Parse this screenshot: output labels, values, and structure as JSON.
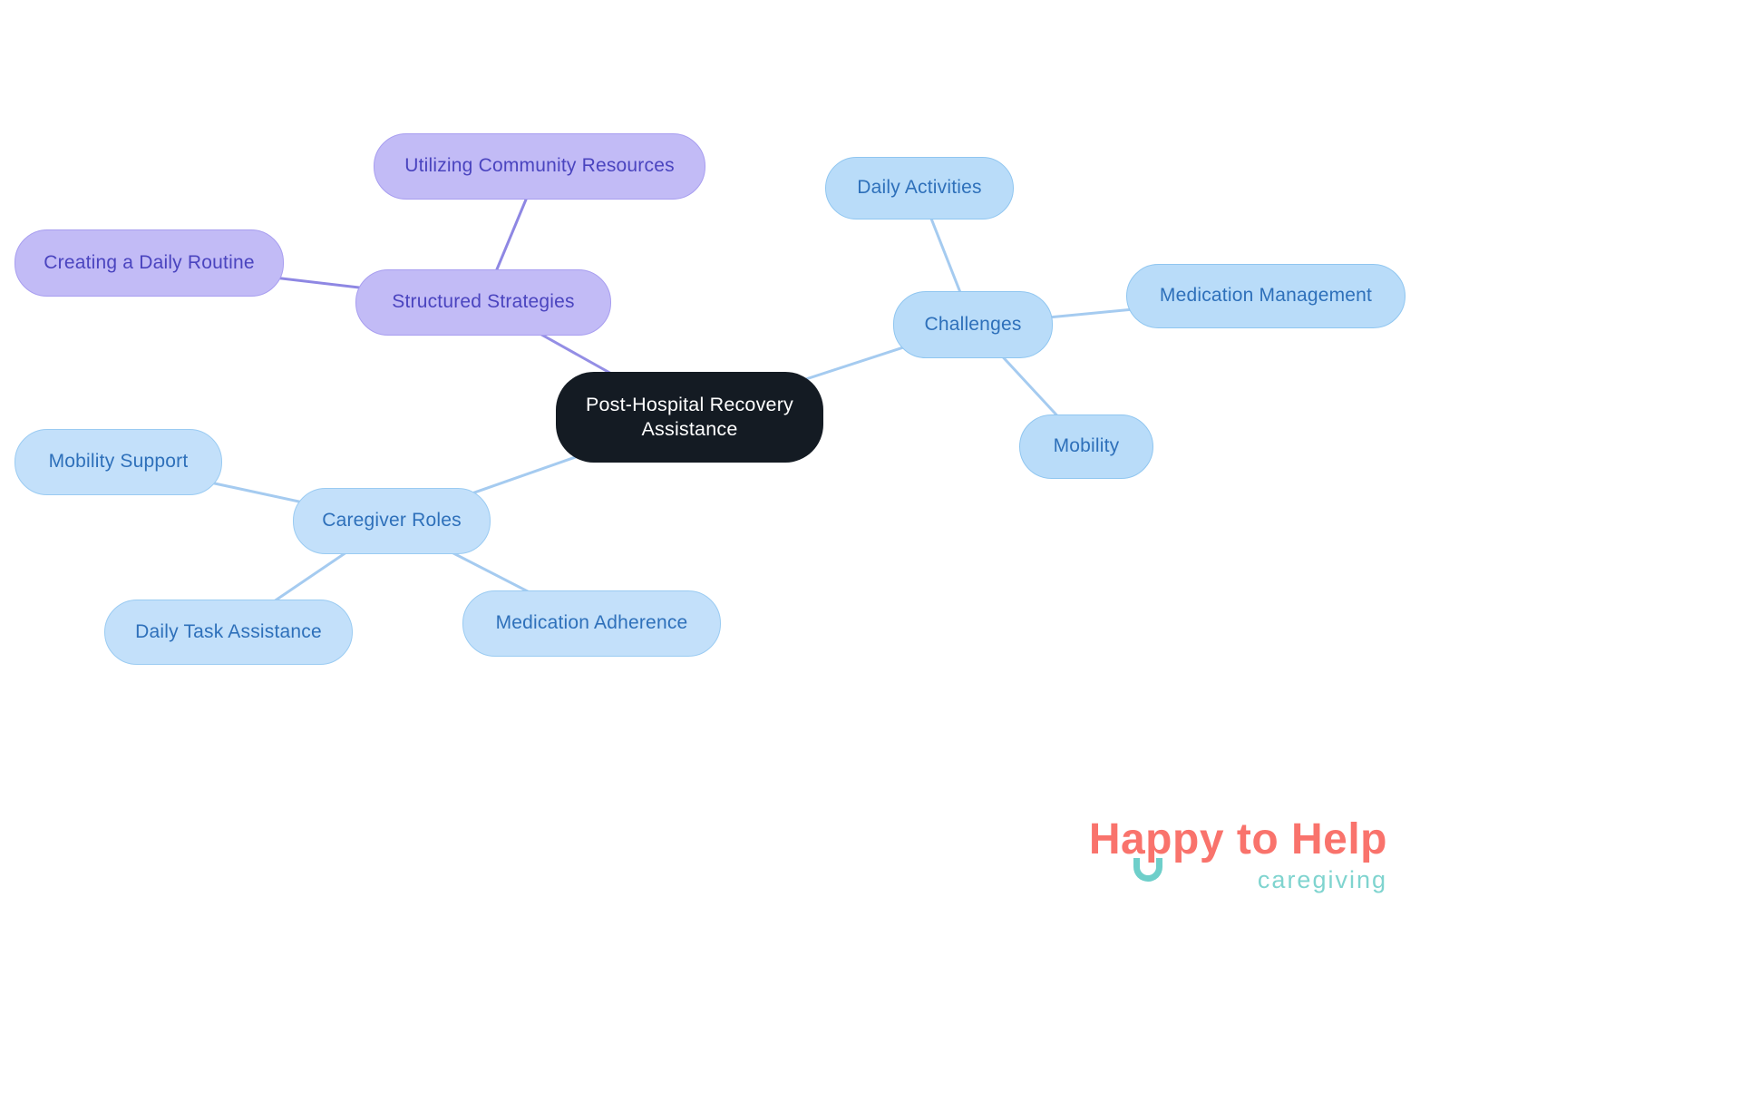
{
  "diagram": {
    "center": {
      "label": "Post-Hospital Recovery Assistance"
    },
    "branches": [
      {
        "label": "Structured Strategies",
        "children": [
          {
            "label": "Utilizing Community Resources"
          },
          {
            "label": "Creating a Daily Routine"
          }
        ]
      },
      {
        "label": "Challenges",
        "children": [
          {
            "label": "Daily Activities"
          },
          {
            "label": "Medication Management"
          },
          {
            "label": "Mobility"
          }
        ]
      },
      {
        "label": "Caregiver Roles",
        "children": [
          {
            "label": "Mobility Support"
          },
          {
            "label": "Daily Task Assistance"
          },
          {
            "label": "Medication Adherence"
          }
        ]
      }
    ],
    "colors": {
      "center_bg": "#141b23",
      "center_text": "#ffffff",
      "purple_node_bg": "#c2bbf6",
      "purple_node_text": "#4a44bf",
      "blue_node_bg": "#b9dcf9",
      "blue_node_text": "#2e70ba",
      "edge_purple": "#8e87e3",
      "edge_blue": "#a5cbf0"
    }
  },
  "logo": {
    "title": "Happy to Help",
    "subtitle": "caregiving",
    "color_primary": "#f9736c",
    "color_secondary": "#7fd4cf"
  }
}
